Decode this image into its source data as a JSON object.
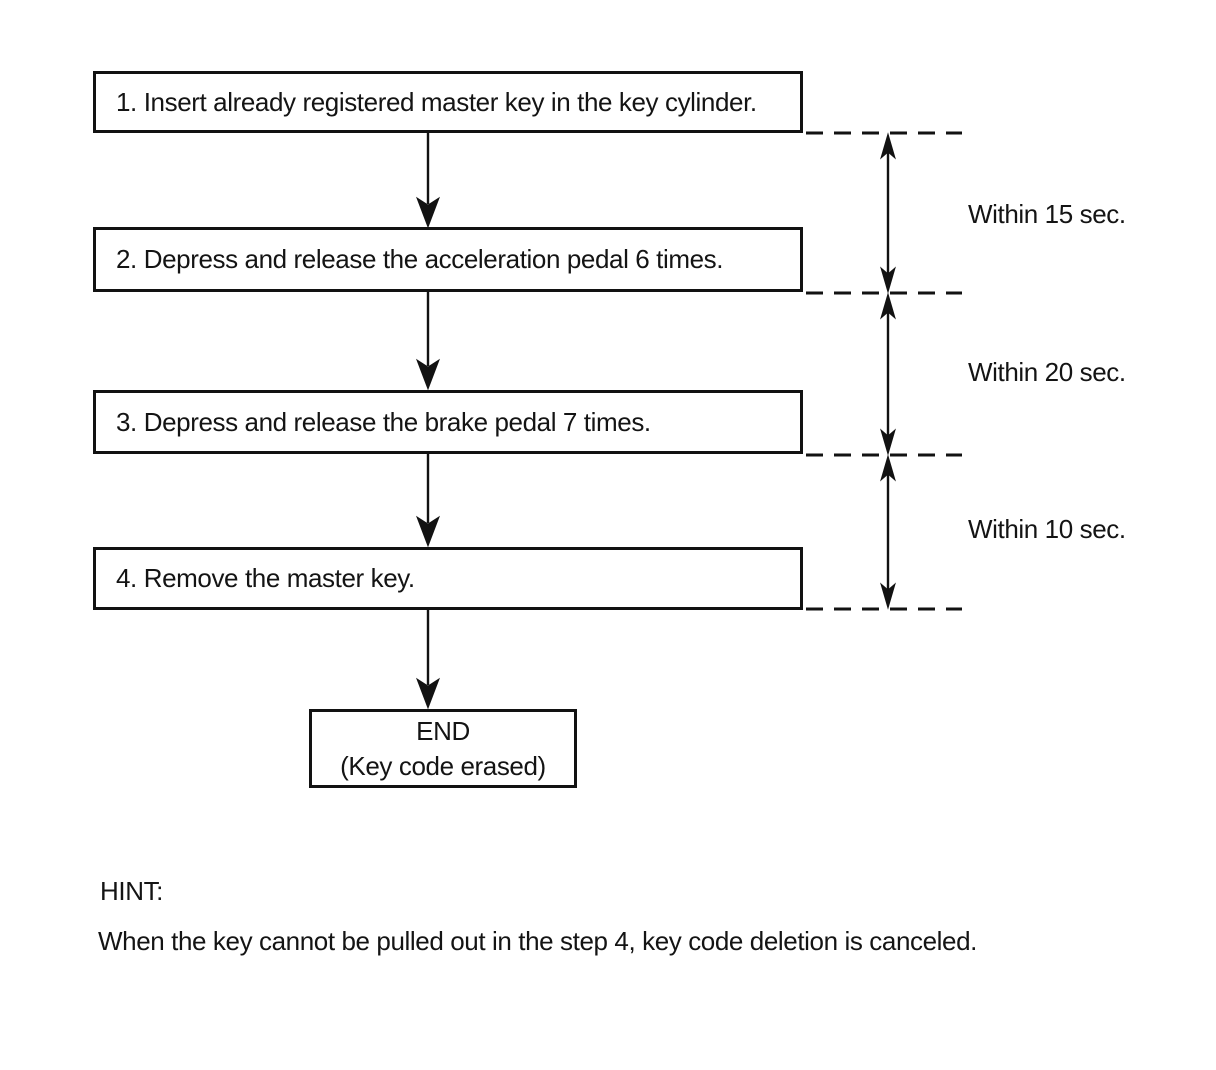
{
  "page": {
    "background": "#ffffff",
    "ink": "#121212"
  },
  "flowchart": {
    "steps": [
      {
        "label": "1. Insert already registered master key in the key cylinder."
      },
      {
        "label": "2. Depress and release the acceleration pedal 6 times."
      },
      {
        "label": "3. Depress and release the brake pedal 7 times."
      },
      {
        "label": "4. Remove the master key."
      }
    ],
    "end": {
      "title": "END",
      "subtitle": "(Key code erased)"
    },
    "timings": [
      {
        "label": "Within 15 sec."
      },
      {
        "label": "Within 20 sec."
      },
      {
        "label": "Within 10 sec."
      }
    ],
    "hint": {
      "heading": "HINT:",
      "body": "When the key cannot be pulled out in the step 4, key code deletion is canceled."
    }
  }
}
